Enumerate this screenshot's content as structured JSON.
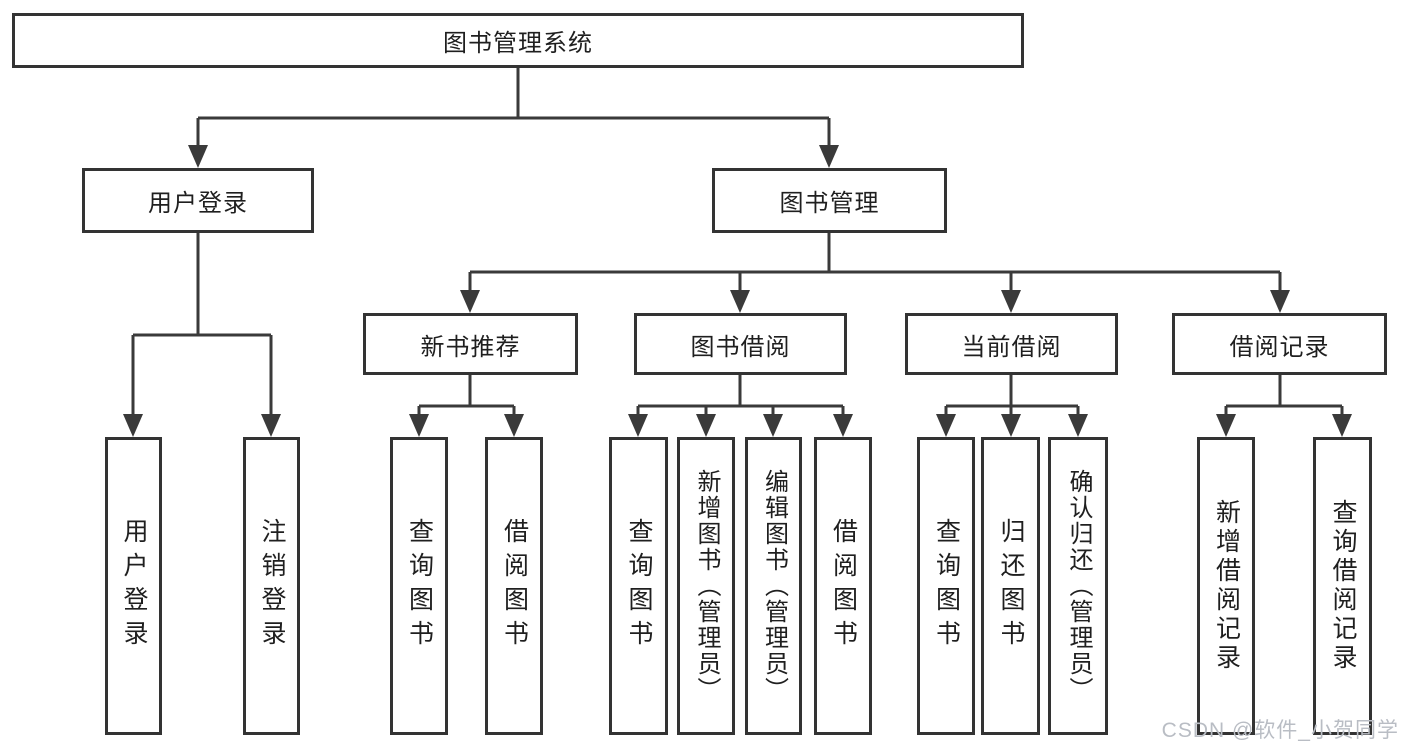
{
  "tree": {
    "root": {
      "label": "图书管理系统"
    },
    "branches": [
      {
        "label": "用户登录",
        "children": [
          {
            "label": "用户登录"
          },
          {
            "label": "注销登录"
          }
        ]
      },
      {
        "label": "图书管理",
        "children": [
          {
            "label": "新书推荐",
            "children": [
              {
                "label": "查询图书"
              },
              {
                "label": "借阅图书"
              }
            ]
          },
          {
            "label": "图书借阅",
            "children": [
              {
                "label": "查询图书"
              },
              {
                "label": "新增图书（管理员）"
              },
              {
                "label": "编辑图书（管理员）"
              },
              {
                "label": "借阅图书"
              }
            ]
          },
          {
            "label": "当前借阅",
            "children": [
              {
                "label": "查询图书"
              },
              {
                "label": "归还图书"
              },
              {
                "label": "确认归还（管理员）"
              }
            ]
          },
          {
            "label": "借阅记录",
            "children": [
              {
                "label": "新增借阅记录"
              },
              {
                "label": "查询借阅记录"
              }
            ]
          }
        ]
      }
    ]
  },
  "watermark": {
    "text": "CSDN @软件_小贺同学"
  },
  "colors": {
    "line": "#3a3a3a",
    "border": "#333333",
    "text": "#1f1f1f",
    "background": "#ffffff",
    "watermark": "#b9bdc4"
  }
}
